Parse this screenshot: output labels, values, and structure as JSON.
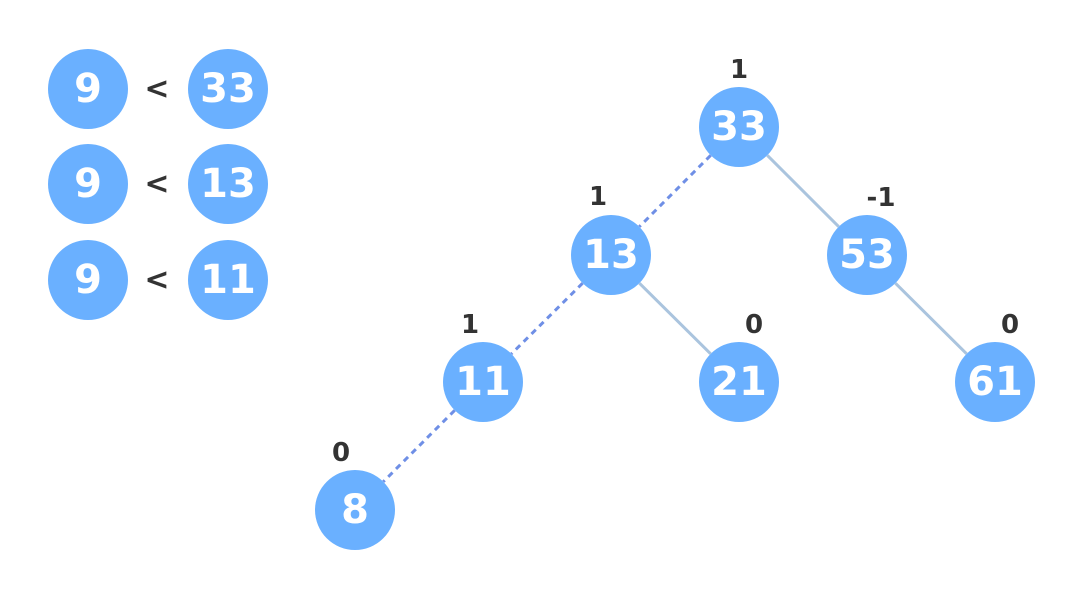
{
  "comparisons": [
    {
      "left": "9",
      "operator": "<",
      "right": "33"
    },
    {
      "left": "9",
      "operator": "<",
      "right": "13"
    },
    {
      "left": "9",
      "operator": "<",
      "right": "11"
    }
  ],
  "tree": {
    "nodes": [
      {
        "id": "n33",
        "value": "33",
        "balance": "1"
      },
      {
        "id": "n13",
        "value": "13",
        "balance": "1"
      },
      {
        "id": "n53",
        "value": "53",
        "balance": "-1"
      },
      {
        "id": "n11",
        "value": "11",
        "balance": "1"
      },
      {
        "id": "n21",
        "value": "21",
        "balance": "0"
      },
      {
        "id": "n61",
        "value": "61",
        "balance": "0"
      },
      {
        "id": "n8",
        "value": "8",
        "balance": "0"
      }
    ],
    "edges": [
      {
        "from": "n33",
        "to": "n13",
        "style": "dashed"
      },
      {
        "from": "n33",
        "to": "n53",
        "style": "solid"
      },
      {
        "from": "n13",
        "to": "n11",
        "style": "dashed"
      },
      {
        "from": "n13",
        "to": "n21",
        "style": "solid"
      },
      {
        "from": "n53",
        "to": "n61",
        "style": "solid"
      },
      {
        "from": "n11",
        "to": "n8",
        "style": "dashed"
      }
    ]
  },
  "colors": {
    "node_fill": "#6ab0ff",
    "node_text": "#ffffff",
    "label_text": "#333333",
    "edge_solid": "#aac4de",
    "edge_dashed": "#6f8fe6"
  }
}
